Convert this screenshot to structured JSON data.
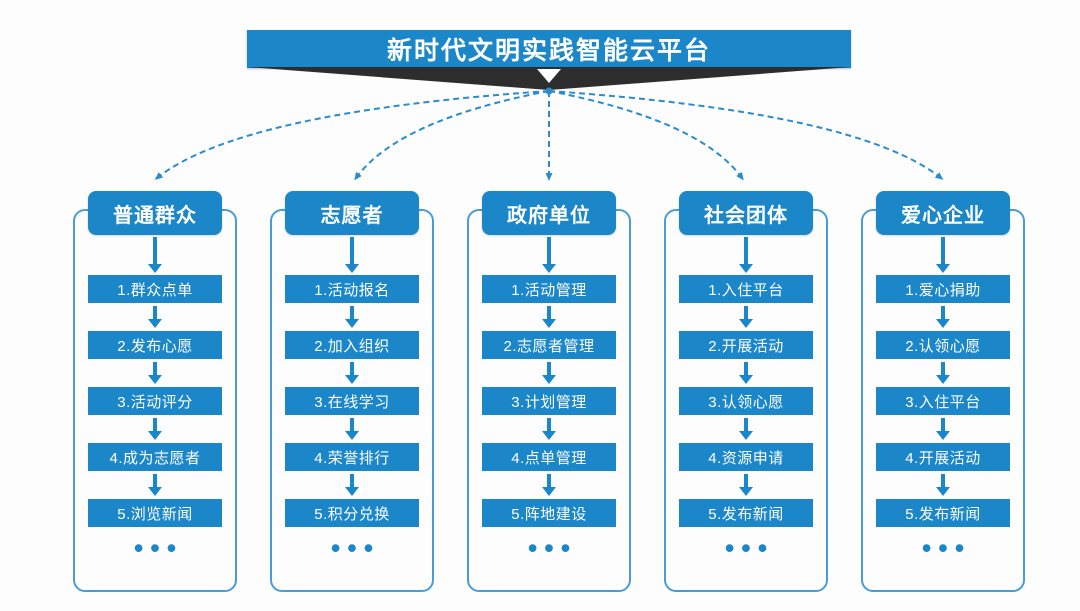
{
  "title": {
    "text": "新时代文明实践智能云平台"
  },
  "colors": {
    "primary_blue": "#1b87c9",
    "outline_blue": "#4a9cd6",
    "dashed_blue": "#2b8ccd",
    "ribbon_dark": "#2d2d2d",
    "text_white": "#ffffff",
    "background": "#fdfdfd"
  },
  "columns": [
    {
      "header": "普通群众",
      "items": [
        "1.群众点单",
        "2.发布心愿",
        "3.活动评分",
        "4.成为志愿者",
        "5.浏览新闻"
      ],
      "more": "•••"
    },
    {
      "header": "志愿者",
      "items": [
        "1.活动报名",
        "2.加入组织",
        "3.在线学习",
        "4.荣誉排行",
        "5.积分兑换"
      ],
      "more": "•••"
    },
    {
      "header": "政府单位",
      "items": [
        "1.活动管理",
        "2.志愿者管理",
        "3.计划管理",
        "4.点单管理",
        "5.阵地建设"
      ],
      "more": "•••"
    },
    {
      "header": "社会团体",
      "items": [
        "1.入住平台",
        "2.开展活动",
        "3.认领心愿",
        "4.资源申请",
        "5.发布新闻"
      ],
      "more": "•••"
    },
    {
      "header": "爱心企业",
      "items": [
        "1.爱心捐助",
        "2.认领心愿",
        "3.入住平台",
        "4.开展活动",
        "5.发布新闻"
      ],
      "more": "•••"
    }
  ]
}
